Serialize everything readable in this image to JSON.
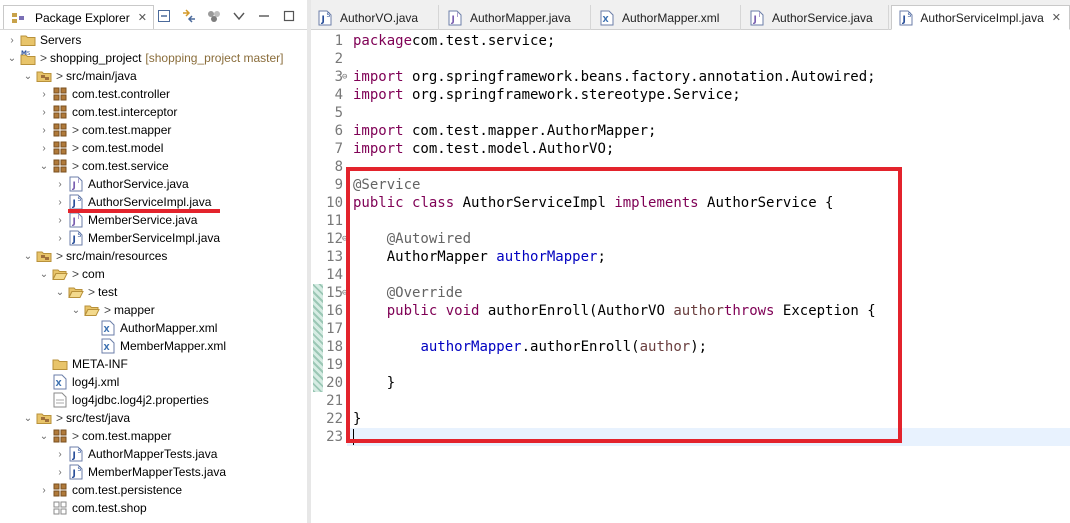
{
  "explorer": {
    "title": "Package Explorer",
    "close": "✕",
    "rows": [
      {
        "depth": 0,
        "chev": "›",
        "icon": "folder",
        "decor": "",
        "label": "Servers",
        "branch": ""
      },
      {
        "depth": 0,
        "chev": "⌄",
        "icon": "project",
        "decor": ">",
        "label": "shopping_project",
        "branch": "[shopping_project master]"
      },
      {
        "depth": 1,
        "chev": "⌄",
        "icon": "srcfolder",
        "decor": ">",
        "label": "src/main/java",
        "branch": ""
      },
      {
        "depth": 2,
        "chev": "›",
        "icon": "package",
        "decor": "",
        "label": "com.test.controller",
        "branch": ""
      },
      {
        "depth": 2,
        "chev": "›",
        "icon": "package",
        "decor": "",
        "label": "com.test.interceptor",
        "branch": ""
      },
      {
        "depth": 2,
        "chev": "›",
        "icon": "package",
        "decor": ">",
        "label": "com.test.mapper",
        "branch": ""
      },
      {
        "depth": 2,
        "chev": "›",
        "icon": "package",
        "decor": ">",
        "label": "com.test.model",
        "branch": ""
      },
      {
        "depth": 2,
        "chev": "⌄",
        "icon": "package",
        "decor": ">",
        "label": "com.test.service",
        "branch": ""
      },
      {
        "depth": 3,
        "chev": "›",
        "icon": "interface",
        "decor": "",
        "label": "AuthorService.java",
        "branch": ""
      },
      {
        "depth": 3,
        "chev": "›",
        "icon": "class",
        "decor": "",
        "label": "AuthorServiceImpl.java",
        "branch": "",
        "selected": true
      },
      {
        "depth": 3,
        "chev": "›",
        "icon": "interface",
        "decor": "",
        "label": "MemberService.java",
        "branch": ""
      },
      {
        "depth": 3,
        "chev": "›",
        "icon": "class",
        "decor": "",
        "label": "MemberServiceImpl.java",
        "branch": ""
      },
      {
        "depth": 1,
        "chev": "⌄",
        "icon": "srcfolder",
        "decor": ">",
        "label": "src/main/resources",
        "branch": ""
      },
      {
        "depth": 2,
        "chev": "⌄",
        "icon": "folder-open",
        "decor": ">",
        "label": "com",
        "branch": ""
      },
      {
        "depth": 3,
        "chev": "⌄",
        "icon": "folder-open",
        "decor": ">",
        "label": "test",
        "branch": ""
      },
      {
        "depth": 4,
        "chev": "⌄",
        "icon": "folder-open",
        "decor": ">",
        "label": "mapper",
        "branch": ""
      },
      {
        "depth": 5,
        "chev": "",
        "icon": "xml",
        "decor": "",
        "label": "AuthorMapper.xml",
        "branch": ""
      },
      {
        "depth": 5,
        "chev": "",
        "icon": "xml",
        "decor": "",
        "label": "MemberMapper.xml",
        "branch": ""
      },
      {
        "depth": 2,
        "chev": "",
        "icon": "folder",
        "decor": "",
        "label": "META-INF",
        "branch": ""
      },
      {
        "depth": 2,
        "chev": "",
        "icon": "xml",
        "decor": "",
        "label": "log4j.xml",
        "branch": ""
      },
      {
        "depth": 2,
        "chev": "",
        "icon": "file",
        "decor": "",
        "label": "log4jdbc.log4j2.properties",
        "branch": ""
      },
      {
        "depth": 1,
        "chev": "⌄",
        "icon": "srcfolder",
        "decor": ">",
        "label": "src/test/java",
        "branch": ""
      },
      {
        "depth": 2,
        "chev": "⌄",
        "icon": "package",
        "decor": ">",
        "label": "com.test.mapper",
        "branch": ""
      },
      {
        "depth": 3,
        "chev": "›",
        "icon": "class",
        "decor": "",
        "label": "AuthorMapperTests.java",
        "branch": ""
      },
      {
        "depth": 3,
        "chev": "›",
        "icon": "class",
        "decor": "",
        "label": "MemberMapperTests.java",
        "branch": ""
      },
      {
        "depth": 2,
        "chev": "›",
        "icon": "package",
        "decor": "",
        "label": "com.test.persistence",
        "branch": ""
      },
      {
        "depth": 2,
        "chev": "",
        "icon": "package-empty",
        "decor": "",
        "label": "com.test.shop",
        "branch": ""
      }
    ]
  },
  "editor": {
    "tabs": [
      {
        "label": "AuthorVO.java",
        "icon": "class",
        "active": false
      },
      {
        "label": "AuthorMapper.java",
        "icon": "interface",
        "active": false
      },
      {
        "label": "AuthorMapper.xml",
        "icon": "xml",
        "active": false
      },
      {
        "label": "AuthorService.java",
        "icon": "interface",
        "active": false
      },
      {
        "label": "AuthorServiceImpl.java",
        "icon": "class",
        "active": true
      }
    ],
    "tab_close": "✕",
    "cursor_line": 23,
    "lines": [
      {
        "n": "1",
        "fold": "",
        "segs": [
          [
            "kw",
            "package"
          ],
          [
            "",
            "com.test.service;"
          ]
        ]
      },
      {
        "n": "2",
        "fold": "",
        "segs": []
      },
      {
        "n": "3",
        "fold": "⊖",
        "segs": [
          [
            "kw",
            "import"
          ],
          [
            "",
            " org.springframework.beans.factory.annotation.Autowired;"
          ]
        ]
      },
      {
        "n": "4",
        "fold": "",
        "segs": [
          [
            "kw",
            "import"
          ],
          [
            "",
            " org.springframework.stereotype.Service;"
          ]
        ]
      },
      {
        "n": "5",
        "fold": "",
        "segs": []
      },
      {
        "n": "6",
        "fold": "",
        "segs": [
          [
            "kw",
            "import"
          ],
          [
            "",
            " com.test.mapper.AuthorMapper;"
          ]
        ]
      },
      {
        "n": "7",
        "fold": "",
        "segs": [
          [
            "kw",
            "import"
          ],
          [
            "",
            " com.test.model.AuthorVO;"
          ]
        ]
      },
      {
        "n": "8",
        "fold": "",
        "segs": []
      },
      {
        "n": "9",
        "fold": "",
        "segs": [
          [
            "an",
            "@Service"
          ]
        ]
      },
      {
        "n": "10",
        "fold": "",
        "segs": [
          [
            "kw",
            "public"
          ],
          [
            "",
            " "
          ],
          [
            "kw",
            "class"
          ],
          [
            "",
            " AuthorServiceImpl "
          ],
          [
            "kw",
            "implements"
          ],
          [
            "",
            " AuthorService {"
          ]
        ]
      },
      {
        "n": "11",
        "fold": "",
        "segs": []
      },
      {
        "n": "12",
        "fold": "⊖",
        "segs": [
          [
            "",
            "    "
          ],
          [
            "an",
            "@Autowired"
          ]
        ]
      },
      {
        "n": "13",
        "fold": "",
        "segs": [
          [
            "",
            "    AuthorMapper "
          ],
          [
            "fld",
            "authorMapper"
          ],
          [
            "",
            ";"
          ]
        ]
      },
      {
        "n": "14",
        "fold": "",
        "segs": []
      },
      {
        "n": "15",
        "fold": "⊖",
        "segs": [
          [
            "",
            "    "
          ],
          [
            "an",
            "@Override"
          ]
        ]
      },
      {
        "n": "16",
        "fold": "",
        "segs": [
          [
            "",
            "    "
          ],
          [
            "kw",
            "public"
          ],
          [
            "",
            " "
          ],
          [
            "kw",
            "void"
          ],
          [
            "",
            " authorEnroll(AuthorVO "
          ],
          [
            "prm",
            "author"
          ],
          [
            ") "
          ],
          [
            "kw",
            "throws"
          ],
          [
            "",
            " Exception {"
          ]
        ]
      },
      {
        "n": "17",
        "fold": "",
        "segs": []
      },
      {
        "n": "18",
        "fold": "",
        "segs": [
          [
            "",
            "        "
          ],
          [
            "fld",
            "authorMapper"
          ],
          [
            "",
            ".authorEnroll("
          ],
          [
            "prm",
            "author"
          ],
          [
            "",
            ");"
          ]
        ]
      },
      {
        "n": "19",
        "fold": "",
        "segs": []
      },
      {
        "n": "20",
        "fold": "",
        "segs": [
          [
            "",
            "    }"
          ]
        ]
      },
      {
        "n": "21",
        "fold": "",
        "segs": []
      },
      {
        "n": "22",
        "fold": "",
        "segs": [
          [
            "",
            "}"
          ]
        ]
      },
      {
        "n": "23",
        "fold": "",
        "segs": []
      }
    ]
  },
  "colors": {
    "highlight": "#e3232c",
    "keyword": "#7f0055",
    "annotation": "#646464",
    "field": "#0000c0",
    "parameter": "#6a3e3e"
  }
}
